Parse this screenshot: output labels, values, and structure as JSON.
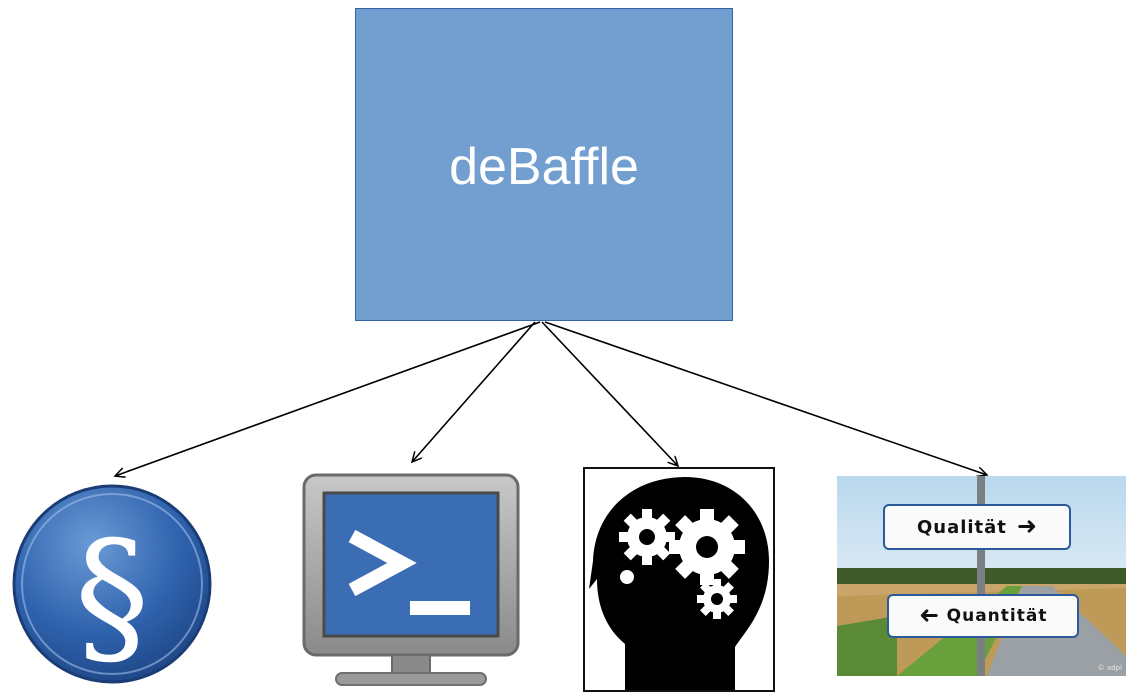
{
  "diagram": {
    "root": {
      "label": "deBaffle",
      "fill": "#729fcf",
      "stroke": "#3465a4"
    },
    "children": [
      {
        "name": "law-section-icon",
        "glyph": "§",
        "color": "#2c5aa0"
      },
      {
        "name": "terminal-icon",
        "prompt": ">_",
        "color": "#3465a4"
      },
      {
        "name": "brain-gears-icon"
      },
      {
        "name": "signpost-photo",
        "sign_top": "Qualität",
        "sign_bottom": "Quantität",
        "watermark": "© adpi"
      }
    ]
  }
}
